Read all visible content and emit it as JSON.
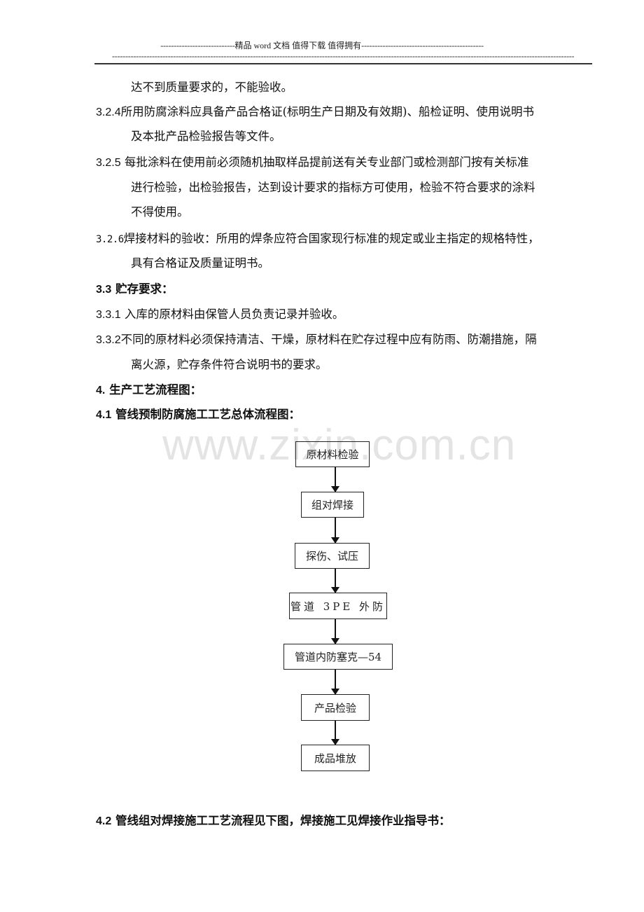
{
  "header": {
    "line1_left_dashes": "----------------------------",
    "line1_text": "精品 word 文档  值得下载  值得拥有",
    "line1_right_dashes": "----------------------------------------------",
    "line2_dashes": "------------------------------------------------------------------------------------------------------------------------------------------------------------------------------------"
  },
  "watermark": "www.zixin.com.cn",
  "paragraphs": {
    "p0_cont": "达不到质量要求的，不能验收。",
    "p324_num": "3.2.4",
    "p324_line1": "所用防腐涂料应具备产品合格证(标明生产日期及有效期)、船检证明、使用说明书",
    "p324_line2": "及本批产品检验报告等文件。",
    "p325_num": "3.2.5",
    "p325_line1": " 每批涂料在使用前必须随机抽取样品提前送有关专业部门或检测部门按有关标准",
    "p325_line2": "进行检验，出检验报告，达到设计要求的指标方可使用，检验不符合要求的涂料",
    "p325_line3": "不得使用。",
    "p326_num": "3.2.6",
    "p326_line1": "焊接材料的验收：所用的焊条应符合国家现行标准的规定或业主指定的规格特性，",
    "p326_line2": "具有合格证及质量证明书。",
    "s33_num": "3.3",
    "s33_title": " 贮存要求：",
    "p331_num": "3.3.1",
    "p331_line1": "  入库的原材料由保管人员负责记录并验收。",
    "p332_num": "3.3.2",
    "p332_line1": "不同的原材料必须保持清洁、干燥，原材料在贮存过程中应有防雨、防潮措施，隔",
    "p332_line2": "离火源，贮存条件符合说明书的要求。",
    "s4_num": "4.",
    "s4_title": "   生产工艺流程图：",
    "s41_num": "4.1",
    "s41_title": " 管线预制防腐施工工艺总体流程图：",
    "s42_num": "4.2",
    "s42_title": " 管线组对焊接施工工艺流程见下图，焊接施工见焊接作业指导书："
  },
  "flowchart": {
    "steps": [
      {
        "label": "原材料检验"
      },
      {
        "label": "组对焊接"
      },
      {
        "label": "探伤、试压"
      },
      {
        "label": "管道 3PE 外防"
      },
      {
        "label": "管道内防塞克—54"
      },
      {
        "label": "产品检验"
      },
      {
        "label": "成品堆放"
      }
    ]
  }
}
